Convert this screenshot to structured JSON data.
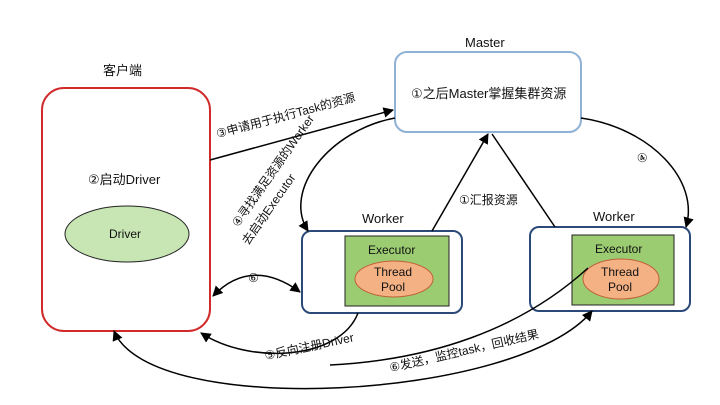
{
  "client": {
    "title": "客户端",
    "start_driver": "②启动Driver",
    "driver": "Driver"
  },
  "master": {
    "title": "Master",
    "status": "①之后Master掌握集群资源"
  },
  "workers": [
    {
      "title": "Worker",
      "executor": "Executor",
      "pool_line1": "Thread",
      "pool_line2": "Pool"
    },
    {
      "title": "Worker",
      "executor": "Executor",
      "pool_line1": "Thread",
      "pool_line2": "Pool"
    }
  ],
  "arrows": {
    "apply_resources": "③申请用于执行Task的资源",
    "find_worker_line1": "④寻找满足资源的Worker",
    "find_worker_line2": "去启动Executor",
    "report_resources": "①汇报资源",
    "step4": "④",
    "step6": "⑥",
    "register_driver": "⑤反向注册Driver",
    "send_monitor": "⑥发送，监控task，回收结果"
  },
  "colors": {
    "client_border": "#d12a2a",
    "master_border": "#8fb1d6",
    "worker_border": "#2b4a7a",
    "driver_fill": "#c8e6b4",
    "executor_fill": "#9ccc72",
    "pool_fill": "#f4b183",
    "pool_border": "#c0603a"
  }
}
